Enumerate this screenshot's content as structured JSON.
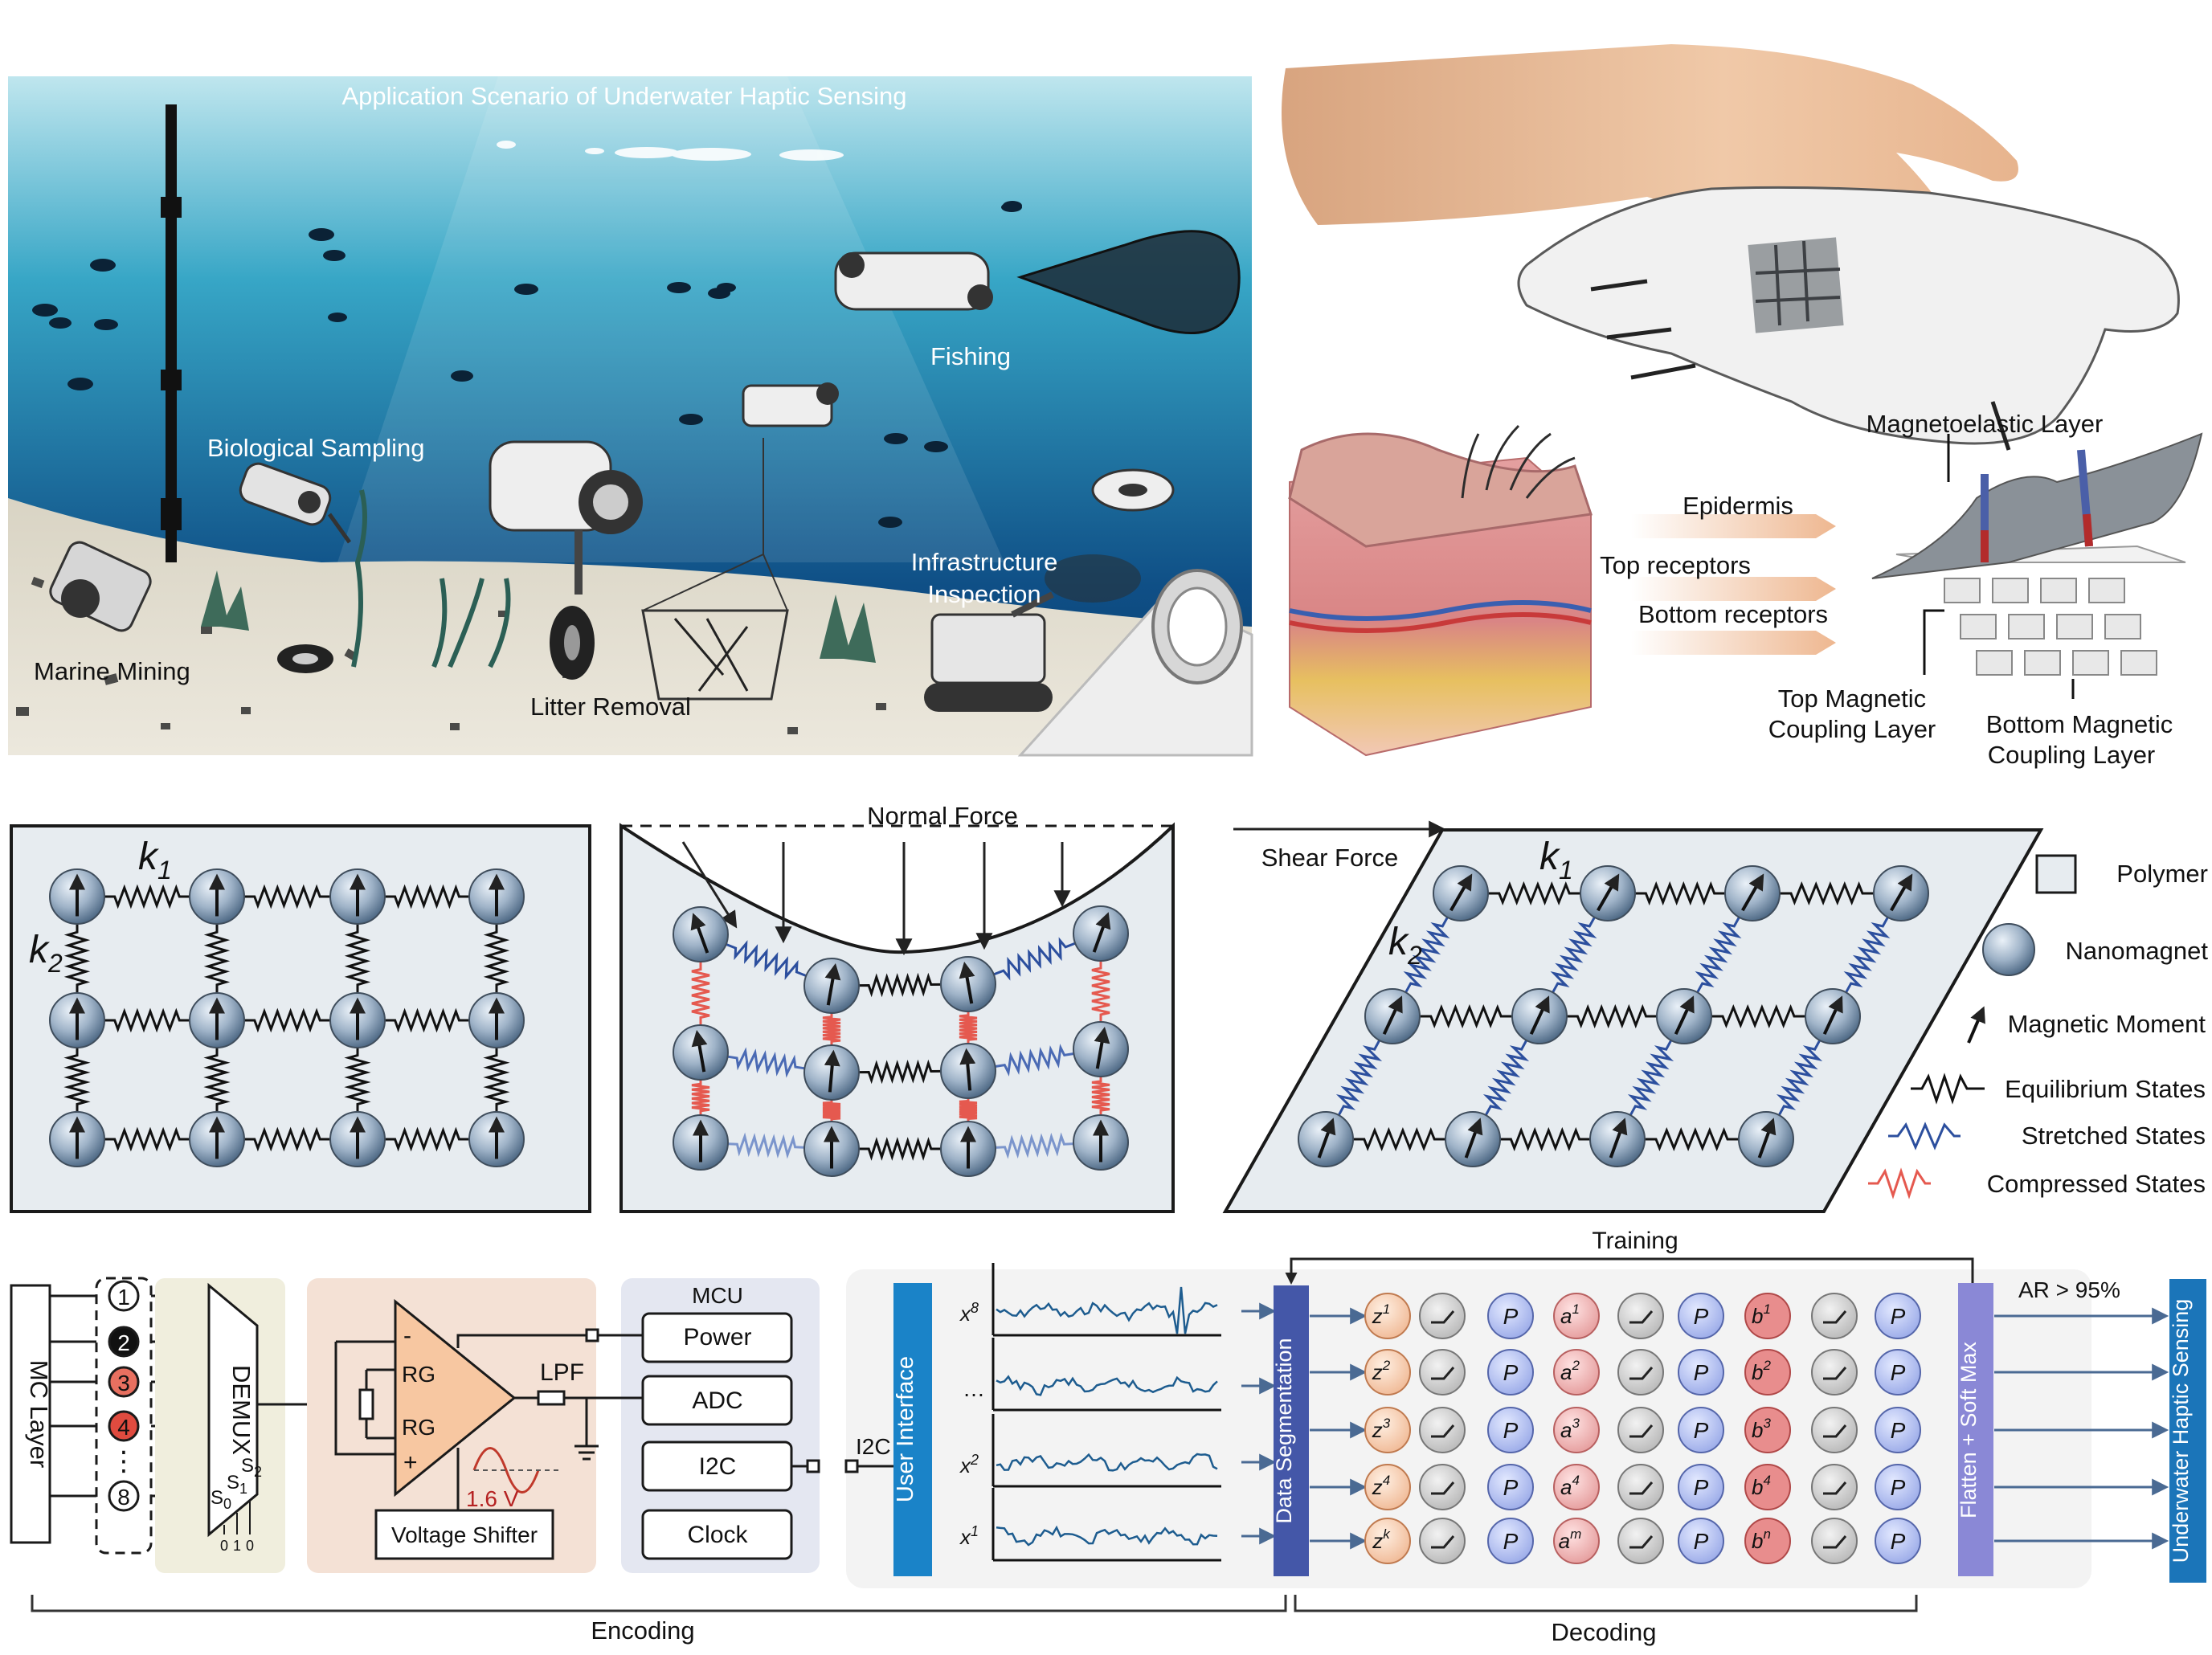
{
  "scene": {
    "title": "Application Scenario of Underwater Haptic Sensing",
    "labels": {
      "mining": "Marine Mining",
      "bio": "Biological Sampling",
      "litter": "Litter Removal",
      "fishing": "Fishing",
      "infra_1": "Infrastructure",
      "infra_2": "Inspection"
    }
  },
  "skin": {
    "epidermis": "Epidermis",
    "top_receptors": "Top receptors",
    "bottom_receptors": "Bottom receptors",
    "magnetoelastic": "Magnetoelastic Layer",
    "top_coupling_1": "Top Magnetic",
    "top_coupling_2": "Coupling Layer",
    "bottom_coupling_1": "Bottom Magnetic",
    "bottom_coupling_2": "Coupling Layer"
  },
  "model": {
    "k": "k",
    "sub1": "1",
    "sub2": "2",
    "normal_force": "Normal Force",
    "shear_force": "Shear Force"
  },
  "legend": {
    "polymer": "Polymer",
    "nanomagnet": "Nanomagnet",
    "moment": "Magnetic Moment",
    "equilibrium": "Equilibrium States",
    "stretched": "Stretched States",
    "compressed": "Compressed States"
  },
  "encoding": {
    "mc_layer": "MC Layer",
    "channels": [
      "1",
      "2",
      "3",
      "4",
      "8"
    ],
    "dots": "⋮",
    "demux": "DEMUX",
    "s0": "S",
    "s1": "S",
    "s2": "S",
    "s_sub0": "0",
    "s_sub1": "1",
    "s_sub2": "2",
    "bits_left": "0",
    "bits_mid": "1",
    "bits_right": "0",
    "minus": "-",
    "plus": "+",
    "rg": "RG",
    "lpf": "LPF",
    "voltage": "1.6 V",
    "voltage_shifter": "Voltage Shifter",
    "mcu": "MCU",
    "mcu_blocks": [
      "Power",
      "ADC",
      "I2C",
      "Clock"
    ],
    "i2c": "I2C",
    "label": "Encoding"
  },
  "decoding": {
    "user_interface": "User Interface",
    "signals": [
      "x",
      "…",
      "x",
      "x"
    ],
    "signal_sup": [
      "8",
      "",
      "2",
      "1"
    ],
    "data_segmentation": "Data Segmentation",
    "training": "Training",
    "flatten": "Flatten + Soft Max",
    "ar": "AR > 95%",
    "output": "Underwater Haptic Sensing",
    "z": "z",
    "a": "a",
    "b": "b",
    "p": "P",
    "z_sup": [
      "1",
      "2",
      "3",
      "4",
      "k"
    ],
    "a_sup": [
      "1",
      "2",
      "3",
      "4",
      "m"
    ],
    "b_sup": [
      "1",
      "2",
      "3",
      "4",
      "n"
    ],
    "label": "Decoding"
  }
}
